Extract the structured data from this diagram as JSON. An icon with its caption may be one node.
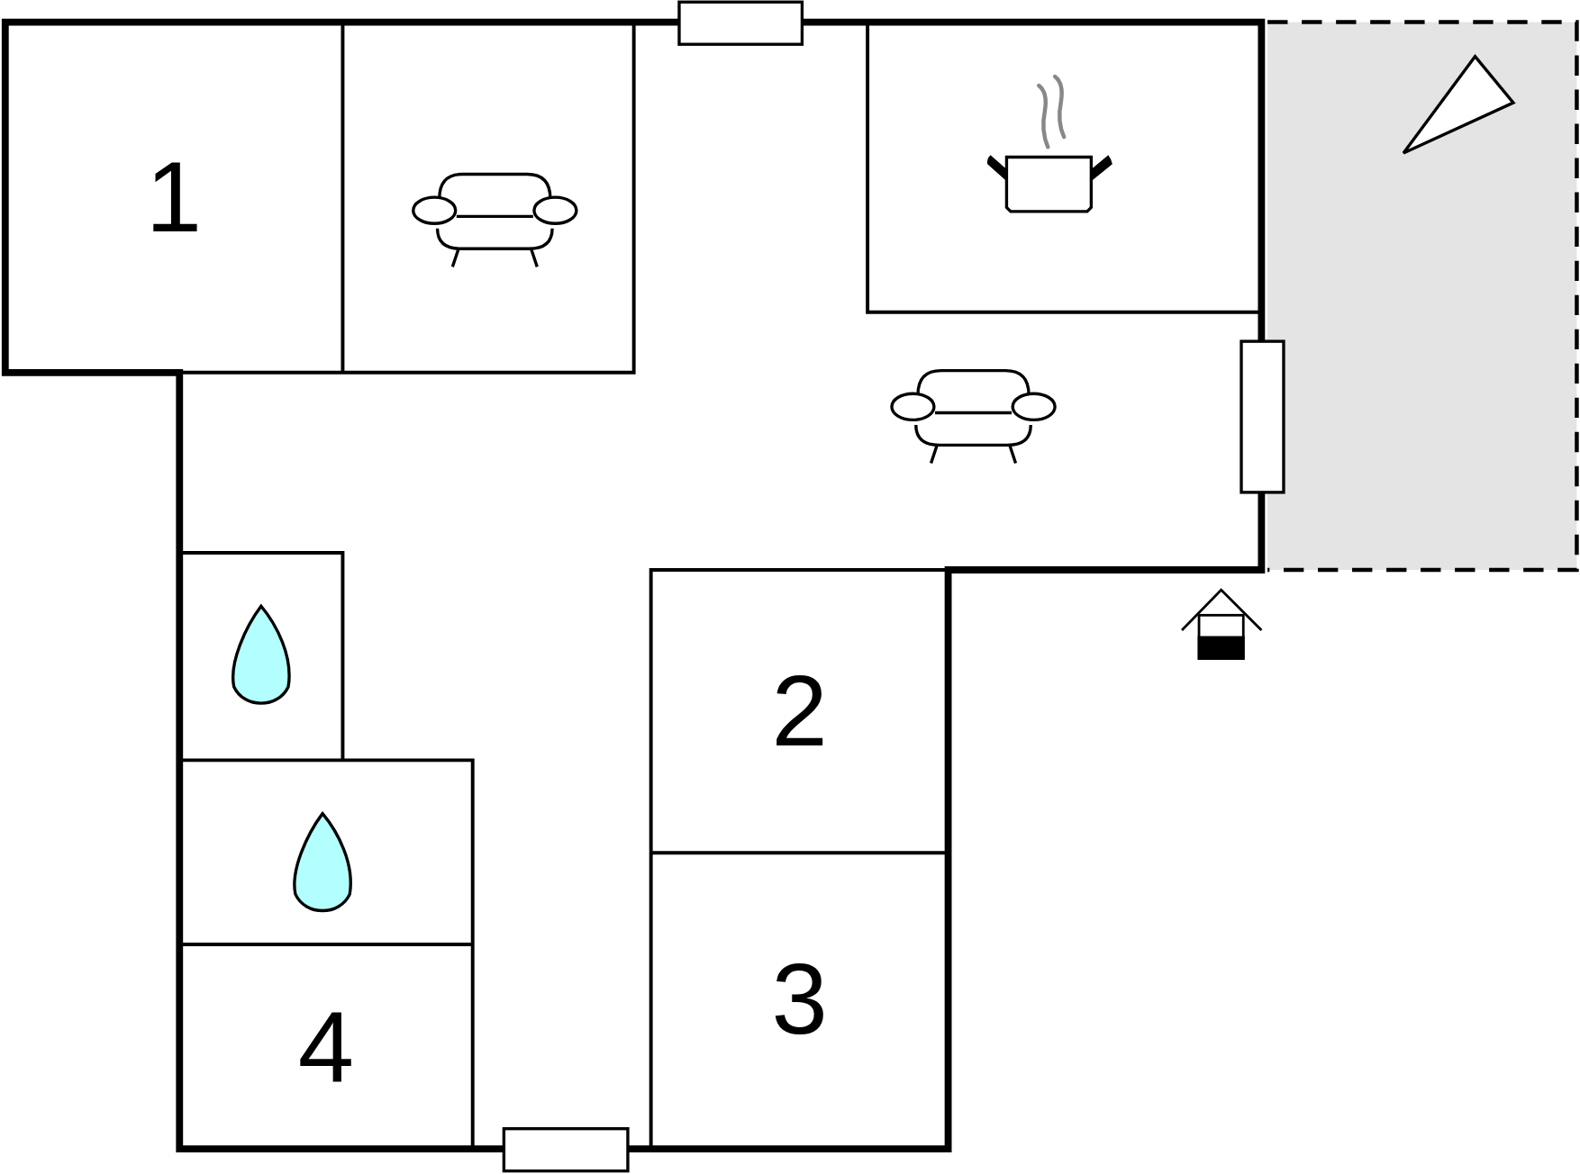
{
  "diagram": {
    "nodes": [
      {
        "text": [
          "1"
        ]
      },
      {
        "text": [
          "2"
        ]
      },
      {
        "text": [
          "3"
        ]
      },
      {
        "text": [
          "4"
        ]
      }
    ]
  }
}
